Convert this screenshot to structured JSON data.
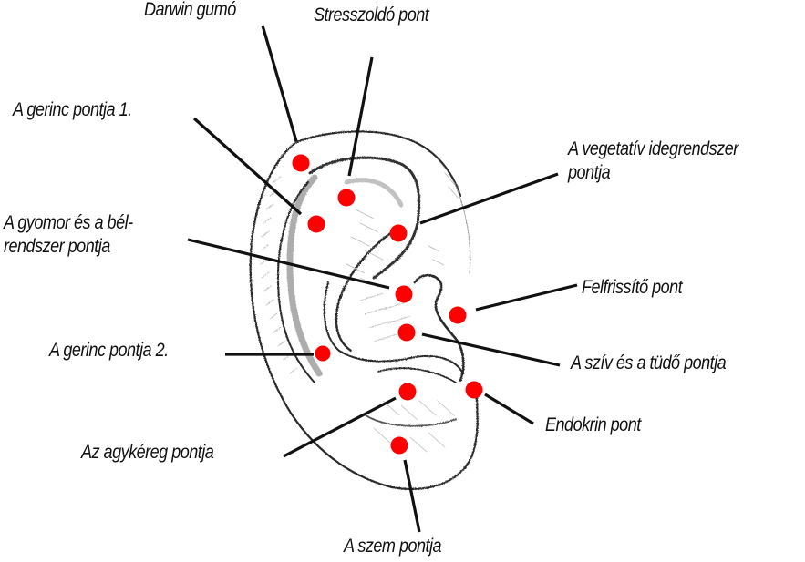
{
  "title": "Fül akupresszúrás pontjai",
  "colors": {
    "point": "#ff0000",
    "leader": "#111111",
    "text": "#111111",
    "sketch": "#2b2b2b"
  },
  "points": [
    {
      "id": "darwin",
      "label_lines": [
        "Darwin gumó"
      ]
    },
    {
      "id": "stress",
      "label_lines": [
        "Stresszoldó pont"
      ]
    },
    {
      "id": "gerinc1",
      "label_lines": [
        "A gerinc pontja 1."
      ]
    },
    {
      "id": "vegetativ",
      "label_lines": [
        "A vegetatív idegrendszer",
        "pontja"
      ]
    },
    {
      "id": "gyomor",
      "label_lines": [
        "A gyomor és a bél-",
        "rendszer pontja"
      ]
    },
    {
      "id": "felfrissito",
      "label_lines": [
        "Felfrissítő pont"
      ]
    },
    {
      "id": "sziv",
      "label_lines": [
        "A szív és a tüdő pontja"
      ]
    },
    {
      "id": "gerinc2",
      "label_lines": [
        "A gerinc pontja 2."
      ]
    },
    {
      "id": "endokrin",
      "label_lines": [
        "Endokrin pont"
      ]
    },
    {
      "id": "agykereg",
      "label_lines": [
        "Az agykéreg pontja"
      ]
    },
    {
      "id": "szem",
      "label_lines": [
        "A szem pontja"
      ]
    }
  ]
}
